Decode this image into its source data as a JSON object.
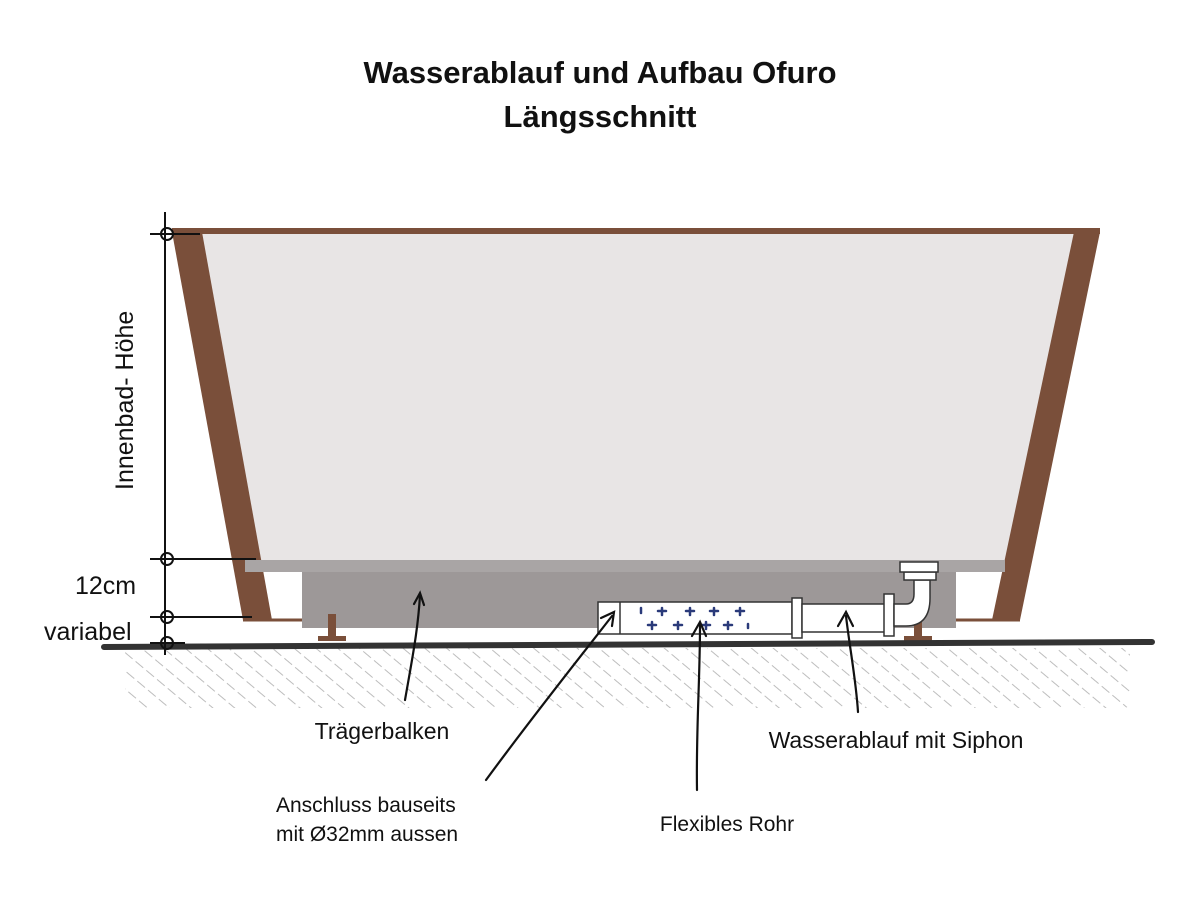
{
  "title": {
    "line1": "Wasserablauf und Aufbau Ofuro",
    "line2": "Längsschnitt"
  },
  "dimensions": {
    "inner_height_label": "Innenbad- Höhe",
    "base_thickness_label": "12cm",
    "variable_label": "variabel"
  },
  "labels": {
    "support_beam": "Trägerbalken",
    "connection_line1": "Anschluss bauseits",
    "connection_line2": "mit Ø32mm aussen",
    "flexible_pipe": "Flexibles Rohr",
    "drain_siphon": "Wasserablauf mit Siphon"
  },
  "colors": {
    "tub_wall": "#7a4f3a",
    "tub_interior": "#e7e4e4",
    "floor_slab": "#a8a4a4",
    "beam": "#9c9797",
    "pipe": "#ffffff",
    "pipe_marks": "#2a3a7a",
    "ground_hatch": "#b9b9b9",
    "floor_line": "#333333"
  }
}
